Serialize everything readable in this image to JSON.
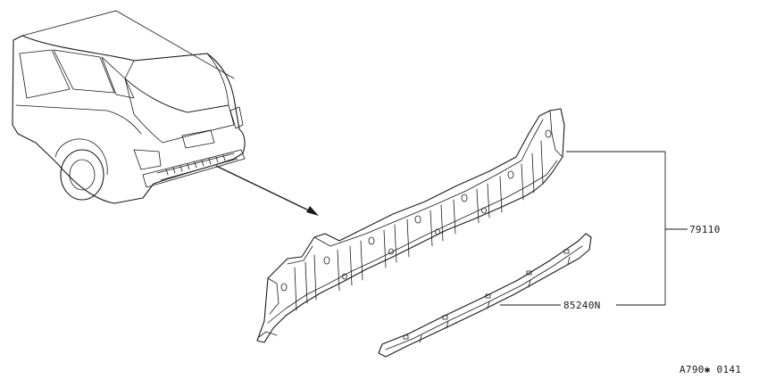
{
  "callouts": {
    "rear_panel_part_number": "79110",
    "reinforcement_part_number": "85240N"
  },
  "figure_code": "A790✱ 0141"
}
